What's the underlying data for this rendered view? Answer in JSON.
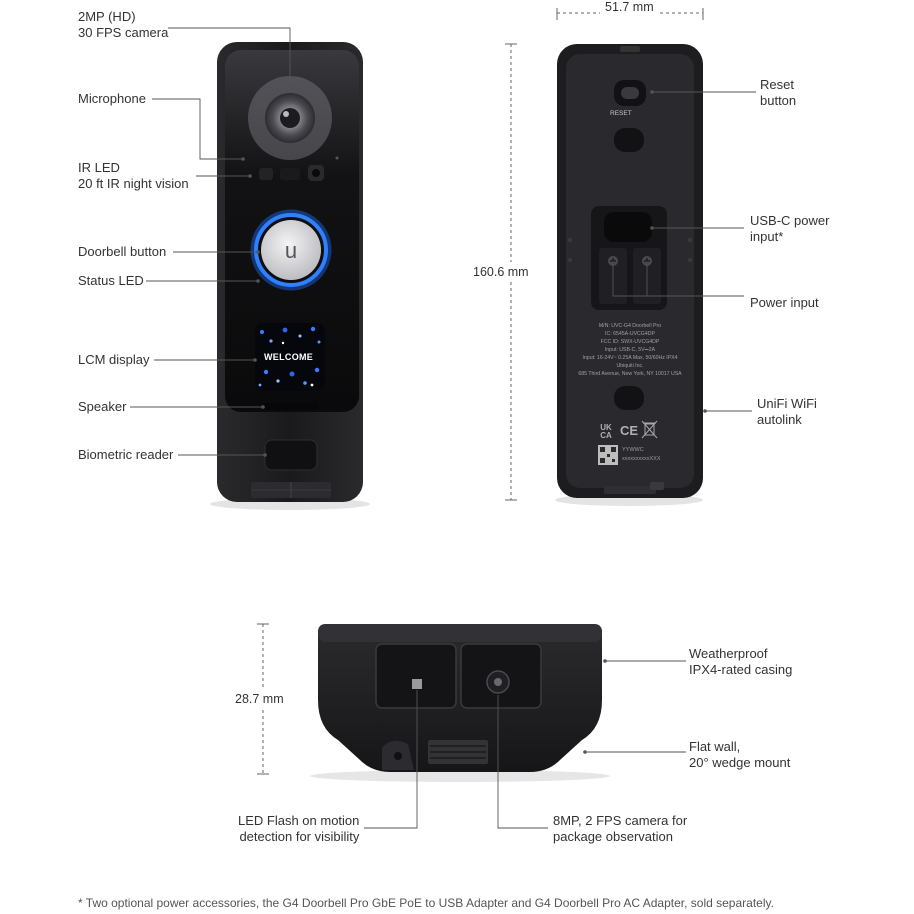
{
  "front_labels": {
    "camera": [
      "2MP (HD)",
      "30 FPS camera"
    ],
    "microphone": [
      "Microphone"
    ],
    "ir_led": [
      "IR LED",
      "20 ft IR night vision"
    ],
    "doorbell_button": [
      "Doorbell button"
    ],
    "status_led": [
      "Status LED"
    ],
    "lcm_display": [
      "LCM display"
    ],
    "speaker": [
      "Speaker"
    ],
    "biometric_reader": [
      "Biometric reader"
    ]
  },
  "lcm_screen_text": "WELCOME",
  "back_labels": {
    "reset_button": [
      "Reset",
      "button"
    ],
    "usb_c": [
      "USB-C power",
      "input*"
    ],
    "power_input": [
      "Power input"
    ],
    "unifi_wifi": [
      "UniFi WiFi",
      "autolink"
    ]
  },
  "back_markings": {
    "reset": "RESET",
    "info_lines": [
      "M/N: UVC-G4 Doorbell Pro",
      "IC: 6545A-UVCG4DP",
      "FCC ID: SWX-UVCG4DP",
      "Input: USB-C, 5V⎓2A",
      "Input: 16-24V~ 0.25A Max, 50/60Hz   IPX4",
      "Ubiquiti Inc.",
      "685 Third Avenue, New York, NY 10017 USA"
    ],
    "ukca": "UK CA",
    "ce": "CE",
    "date_code": "YYWWC",
    "serial": "xxxxxxxxxxXXX"
  },
  "dimensions": {
    "width": "51.7 mm",
    "height": "160.6 mm",
    "depth": "28.7 mm"
  },
  "bottom_labels": {
    "weatherproof": [
      "Weatherproof",
      "IPX4-rated casing"
    ],
    "flat_wall": [
      "Flat wall,",
      "20° wedge mount"
    ],
    "led_flash": [
      "LED Flash on motion",
      "detection for visibility"
    ],
    "camera_8mp": [
      "8MP, 2 FPS camera for",
      "package observation"
    ]
  },
  "footnote": "* Two optional power accessories, the G4 Doorbell Pro GbE PoE to USB Adapter and G4 Doorbell Pro AC Adapter, sold separately.",
  "colors": {
    "device_body": "#1c1c1e",
    "device_face": "#0d0d0f",
    "ring_blue": "#2f80ff",
    "leader_line": "#555555",
    "dim_line": "#666666"
  }
}
